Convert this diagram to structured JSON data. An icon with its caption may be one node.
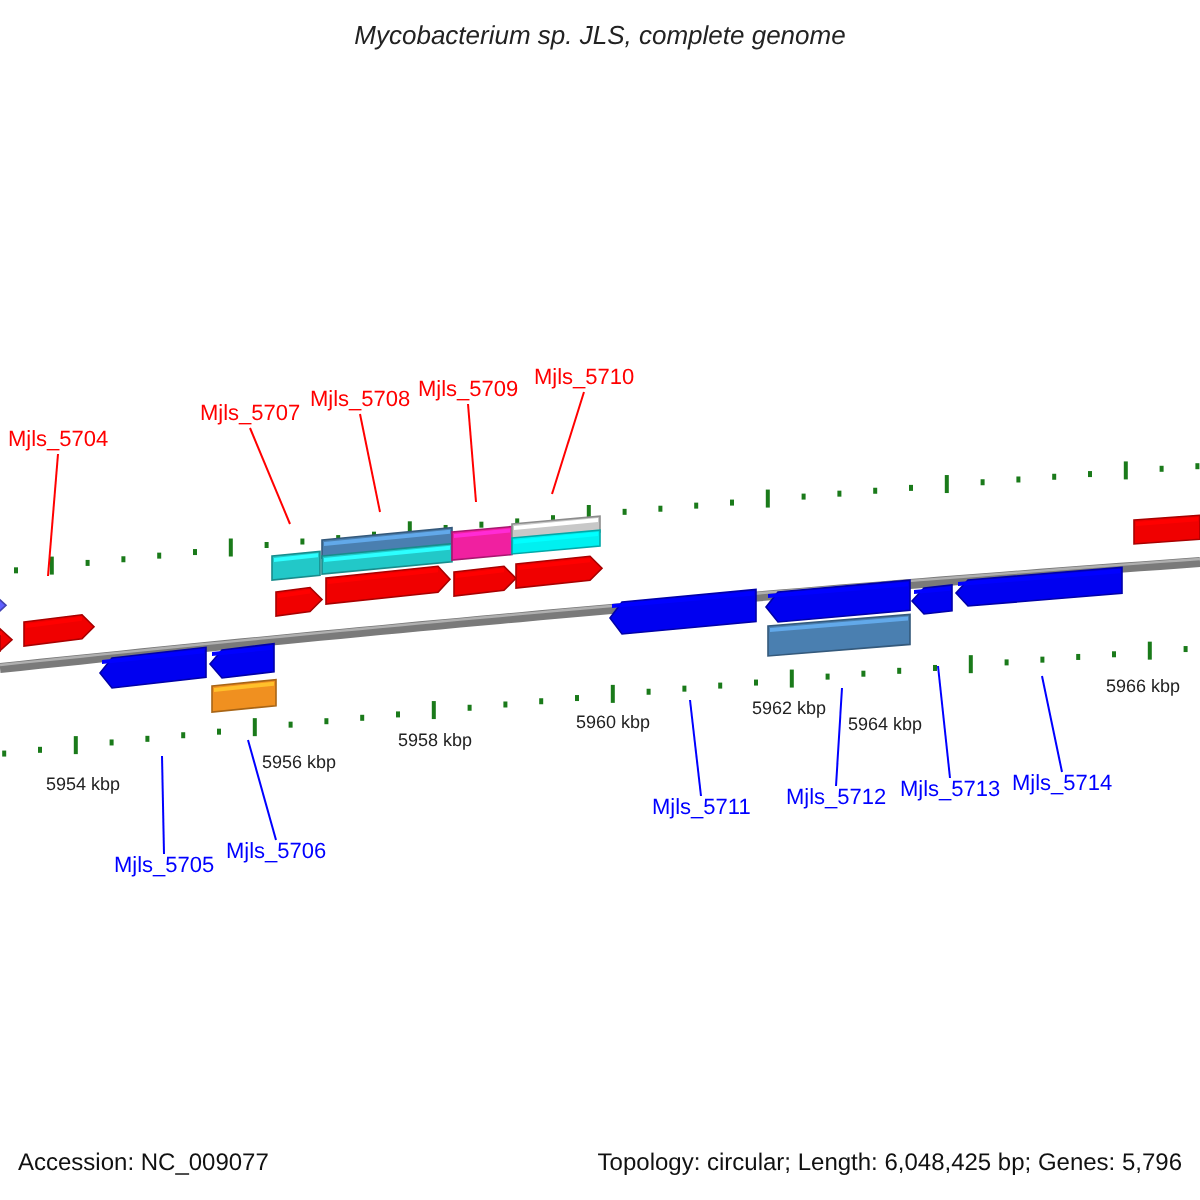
{
  "diagram": {
    "title": "Mycobacterium sp. JLS, complete genome",
    "nodes": [
      {
        "text": [
          "Mjls_5704"
        ]
      },
      {
        "text": [
          "Mjls_5707"
        ]
      },
      {
        "text": [
          "Mjls_5708"
        ]
      },
      {
        "text": [
          "Mjls_5709"
        ]
      },
      {
        "text": [
          "Mjls_5710"
        ]
      },
      {
        "text": [
          "Mjls_5705"
        ]
      },
      {
        "text": [
          "Mjls_5706"
        ]
      },
      {
        "text": [
          "Mjls_5711"
        ]
      },
      {
        "text": [
          "Mjls_5712"
        ]
      },
      {
        "text": [
          "Mjls_5713"
        ]
      },
      {
        "text": [
          "Mjls_5714"
        ]
      }
    ],
    "edges": [
      {
        "from": 0,
        "to": null,
        "arrow": "none",
        "color": "#ff0000"
      },
      {
        "from": 1,
        "to": null,
        "arrow": "none",
        "color": "#ff0000"
      },
      {
        "from": 2,
        "to": null,
        "arrow": "none",
        "color": "#ff0000"
      },
      {
        "from": 3,
        "to": null,
        "arrow": "none",
        "color": "#ff0000"
      },
      {
        "from": 4,
        "to": null,
        "arrow": "none",
        "color": "#ff0000"
      },
      {
        "from": 5,
        "to": null,
        "arrow": "none",
        "color": "#0000ff"
      },
      {
        "from": 6,
        "to": null,
        "arrow": "none",
        "color": "#0000ff"
      },
      {
        "from": 7,
        "to": null,
        "arrow": "none",
        "color": "#0000ff"
      },
      {
        "from": 8,
        "to": null,
        "arrow": "none",
        "color": "#0000ff"
      },
      {
        "from": 9,
        "to": null,
        "arrow": "none",
        "color": "#0000ff"
      },
      {
        "from": 10,
        "to": null,
        "arrow": "none",
        "color": "#0000ff"
      }
    ],
    "labels": [
      "5954 kbp",
      "5956 kbp",
      "5958 kbp",
      "5960 kbp",
      "5962 kbp",
      "5964 kbp",
      "5966 kbp",
      "Accession: NC_009077",
      "Topology: circular; Length: 6,048,425 bp; Genes: 5,796"
    ]
  }
}
